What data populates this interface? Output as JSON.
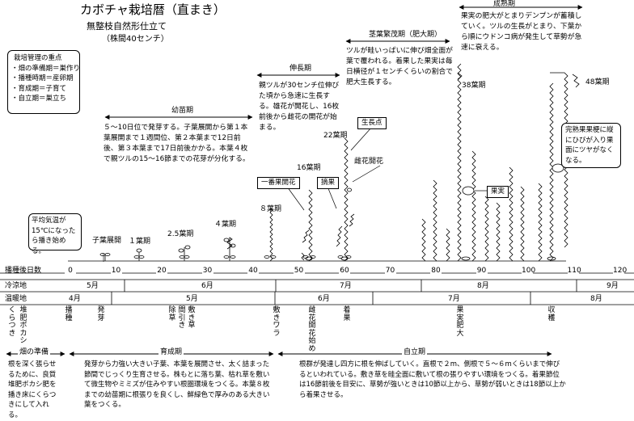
{
  "title": "カボチャ栽培暦（直まき）",
  "subtitle": "無整枝自然形仕立て",
  "spacing": "（株間40センチ）",
  "key_points": {
    "heading": "栽培管理の重点",
    "items": [
      "・畑の準備期＝巣作り",
      "・播種時期＝産卵期",
      "・育成期＝子育て",
      "・自立期＝巣立ち"
    ]
  },
  "temp_note": "平均気温が15℃になったら播き始める。",
  "periods": {
    "seedling": {
      "label": "幼苗期",
      "text": "５～10日位で発芽する。子葉展開から第１本葉展開まで１週間位、第２本葉まで12日前後、第３本葉まで17日前後かかる。本葉４枚で親ツルの15～16節までの花芽が分化する。"
    },
    "vine": {
      "label": "伸長期",
      "text": "親ツルが30センチ位伸びた頃から急速に生長する。雄花が開花し、16枚前後から雌花の開花が始まる。"
    },
    "foliage": {
      "label": "茎葉繁茂期（肥大期）",
      "text": "ツルが畦いっぱいに伸び畑全面が葉で覆われる。着果した果実は毎日横径が１センチくらいの割合で肥大生長する。"
    },
    "ripening": {
      "label": "成熟期",
      "text": "果実の肥大がとまりデンプンが蓄積していく。ツルの生長がとまり、下葉から順にウドンコ病が発生して草勢が急速に衰える。"
    }
  },
  "stages": {
    "cotyledon": "子葉展開",
    "leaf1": "１葉期",
    "leaf25": "2.5葉期",
    "leaf4": "４葉期",
    "leaf8": "８葉期",
    "leaf16": "16葉期",
    "leaf22": "22葉期",
    "leaf38": "38葉期",
    "leaf48": "48葉期"
  },
  "callouts": {
    "growth_point": "生長点",
    "first_flower": "一番果開花",
    "pick": "摘果",
    "female_flower": "雌花開花",
    "fruit": "果実",
    "mature": "完熟果果梗に縦にひびが入り果面にツヤがなくなる。"
  },
  "axis": {
    "label": "播種後日数",
    "ticks": [
      "0",
      "10",
      "20",
      "30",
      "40",
      "50",
      "60",
      "70",
      "80",
      "90",
      "100",
      "110",
      "120"
    ]
  },
  "cold_region": {
    "label": "冷涼地",
    "months": [
      "5月",
      "6月",
      "7月",
      "8月",
      "9月"
    ]
  },
  "warm_region": {
    "label": "温暖地",
    "months": [
      "4月",
      "5月",
      "6月",
      "7月",
      "8月"
    ]
  },
  "tasks": [
    "くらつき",
    "堆肥ボカシ",
    "播種",
    "発芽",
    "除草",
    "間引き",
    "敷き草",
    "敷きワラ",
    "雌花開花始め",
    "着果",
    "果実肥大",
    "収穫"
  ],
  "bottom": {
    "prep": {
      "label": "畑の準備",
      "text": "根を深く張らせるために、良質堆肥ボカシ肥を播き床にくらつきにして入れる。"
    },
    "growth": {
      "label": "育成期",
      "text": "発芽から力強い大きい子葉、本葉を展開させ、太く詰まった節間でじっくり生育させる。株もとに落ち葉、枯れ草を敷いて微生物やミミズが住みやすい根圏環境をつくる。本葉８枚までの幼苗期に根張りを良くし、鮮緑色で厚みのある大きい葉をつくる。"
    },
    "independence": {
      "label": "自立期",
      "text": "根群が発達し四方に根を伸ばしていく。直根で２m、側根で５～６mくらいまで伸びるといわれている。敷き草を畦全面に敷いて根の張りやすい環境をつくる。着果節位は16節前後を目安に、草勢が強いときは10節以上から、草勢が弱いときは18節以上から着果させる。"
    }
  }
}
